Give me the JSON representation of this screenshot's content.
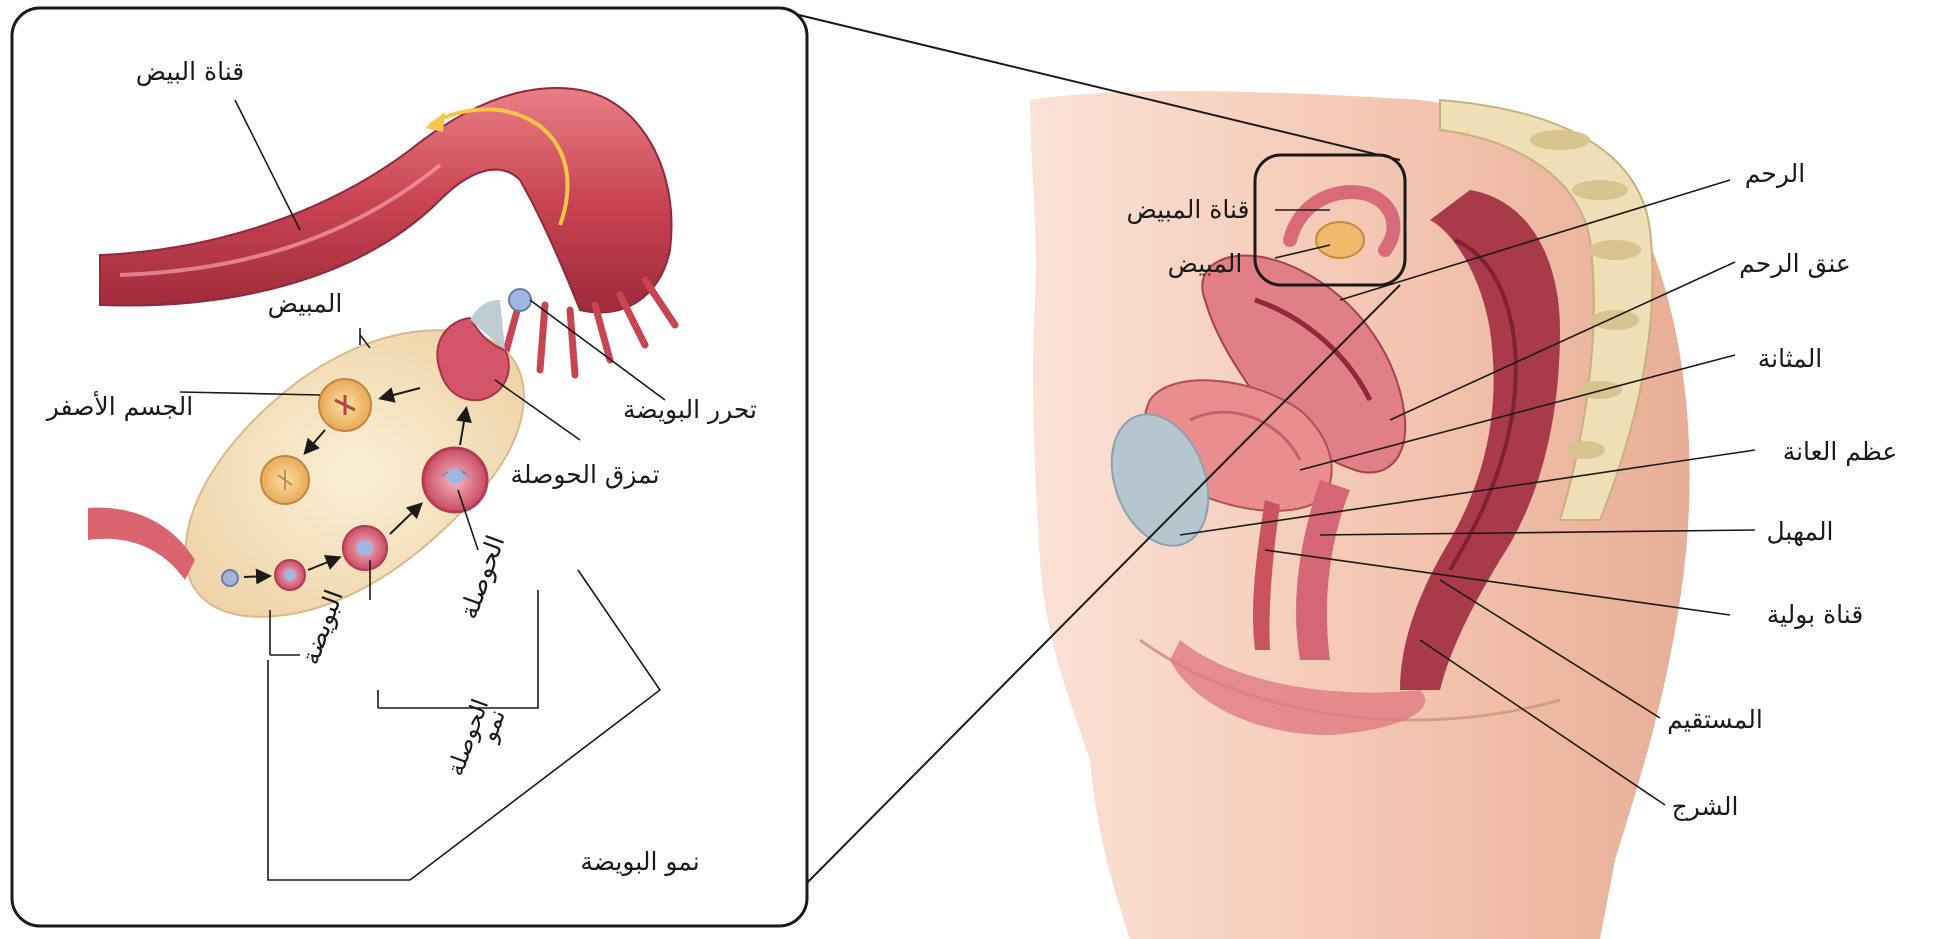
{
  "inset": {
    "oviduct": "قناة البيض",
    "ovary": "المبيض",
    "corpus_luteum": "الجسم الأصفر",
    "ovulation": "تحرر البويضة",
    "ruptured_follicle": "تمزق الحوصلة",
    "follicle": "الحوصلة",
    "egg": "البويضة",
    "follicle_growth_line1": "نمو",
    "follicle_growth_line2": "الحوصلة",
    "egg_development": "نمو البويضة"
  },
  "main": {
    "oviduct": "قناة المبيض",
    "ovary": "المبيض",
    "uterus": "الرحم",
    "cervix": "عنق الرحم",
    "bladder": "المثانة",
    "pubic_bone": "عظم العانة",
    "vagina": "المهبل",
    "urethra": "قناة بولية",
    "rectum": "المستقيم",
    "anus": "الشرج"
  },
  "colors": {
    "skin": "#f2c6b2",
    "tissue": "#e58a8c",
    "deep_red": "#b83a48",
    "ovary_fill": "#f7e2bf",
    "bone": "#aebfc9",
    "arrow_yellow": "#f7c64a"
  }
}
